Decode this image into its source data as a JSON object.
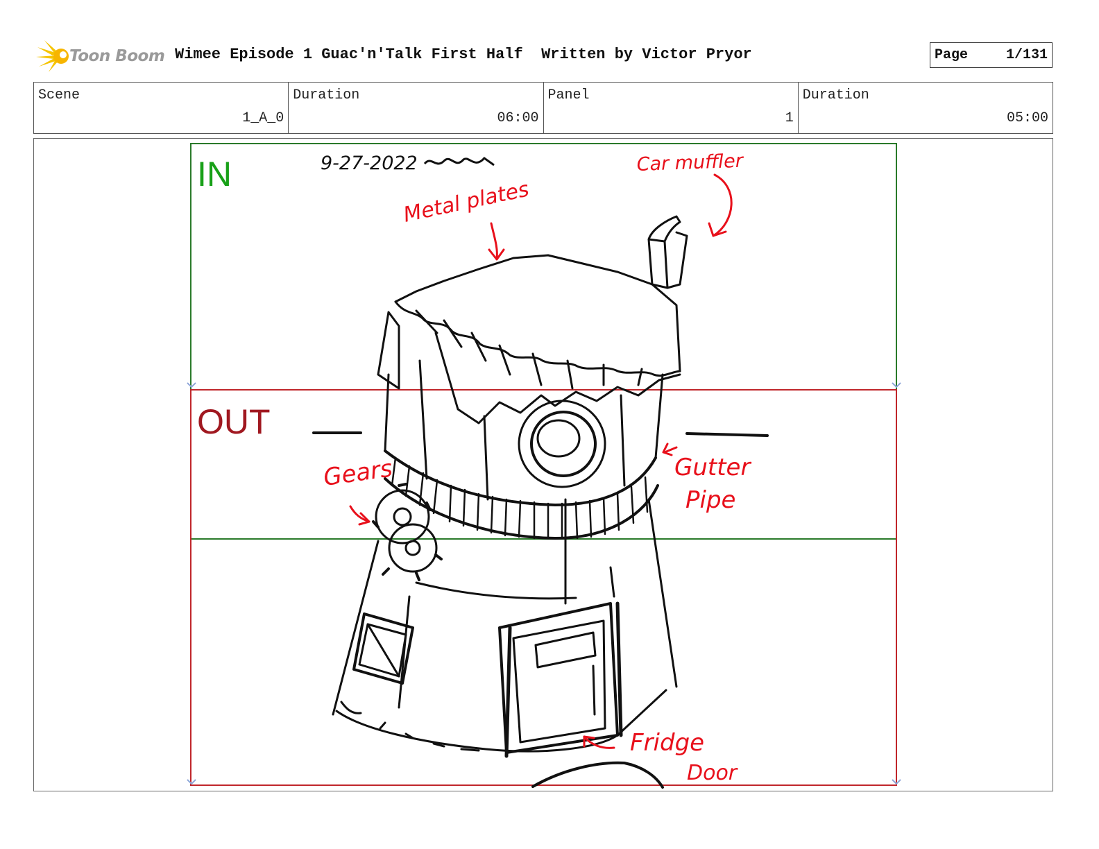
{
  "header": {
    "logo_text": "Toon Boom",
    "title": "Wimee Episode 1 Guac'n'Talk First Half  Written by Victor Pryor",
    "page_label": "Page",
    "page_value": "1/131"
  },
  "info": {
    "scene_label": "Scene",
    "scene_value": "1_A_0",
    "scene_duration_label": "Duration",
    "scene_duration_value": "06:00",
    "panel_label": "Panel",
    "panel_value": "1",
    "panel_duration_label": "Duration",
    "panel_duration_value": "05:00"
  },
  "panel": {
    "in_label": "IN",
    "out_label": "OUT",
    "date_note": "9-27-2022",
    "annotations": {
      "car_muffler": "Car muffler",
      "metal_plates": "Metal plates",
      "gears": "Gears",
      "gutter_pipe_1": "Gutter",
      "gutter_pipe_2": "Pipe",
      "fridge_door_1": "Fridge",
      "fridge_door_2": "Door"
    }
  },
  "colors": {
    "in_frame": "#2a7a2a",
    "out_frame": "#c0262b",
    "annotation": "#e8101b",
    "logo_burst": "#f5c400"
  }
}
